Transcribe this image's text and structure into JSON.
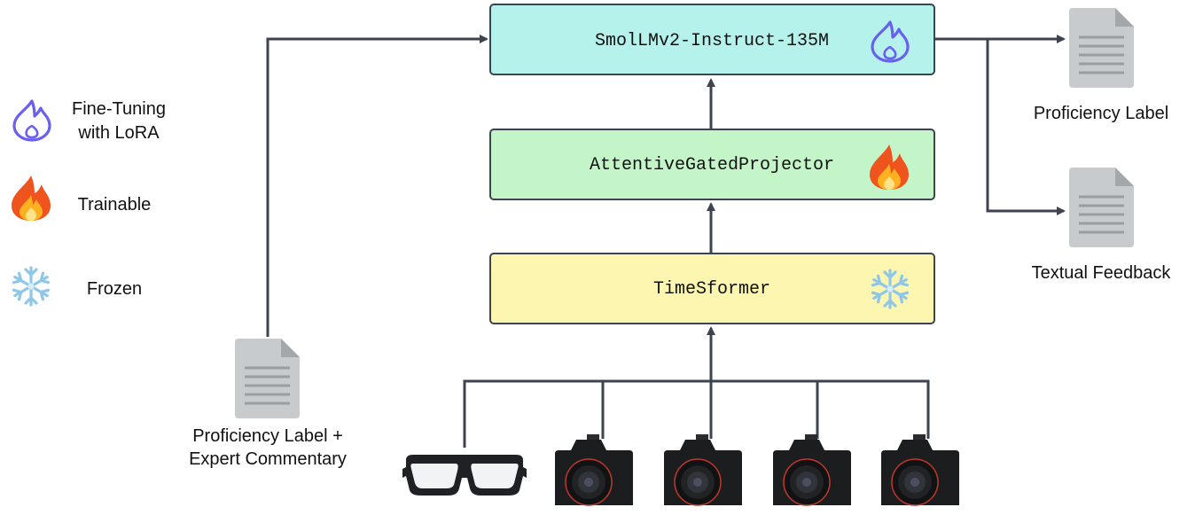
{
  "legend": {
    "items": [
      {
        "icon": "blue-flame-icon",
        "lines": [
          "Fine-Tuning",
          "with LoRA"
        ]
      },
      {
        "icon": "fire-icon",
        "lines": [
          "Trainable"
        ]
      },
      {
        "icon": "snowflake-icon",
        "lines": [
          "Frozen"
        ]
      }
    ]
  },
  "blocks": {
    "llm": {
      "label": "SmolLMv2-Instruct-135M",
      "icon": "blue-flame-icon",
      "color": "#b5f2ec"
    },
    "projector": {
      "label": "AttentiveGatedProjector",
      "icon": "fire-icon",
      "color": "#c3f5c8"
    },
    "encoder": {
      "label": "TimeSformer",
      "icon": "snowflake-icon",
      "color": "#fdf6b0"
    }
  },
  "text_input": {
    "icon": "document-icon",
    "lines": [
      "Proficiency Label +",
      "Expert Commentary"
    ]
  },
  "outputs": [
    {
      "icon": "document-icon",
      "label": "Proficiency Label"
    },
    {
      "icon": "document-icon",
      "label": "Textual Feedback"
    }
  ],
  "video_inputs": [
    {
      "icon": "glasses-icon"
    },
    {
      "icon": "camera-icon"
    },
    {
      "icon": "camera-icon"
    },
    {
      "icon": "camera-icon"
    },
    {
      "icon": "camera-icon"
    }
  ],
  "colors": {
    "arrow": "#3d4450",
    "block_border": "#3d4450",
    "doc_gray": "#c8cbcd",
    "flame_blue": "#6a60f0",
    "fire_orange": "#f0541e",
    "snow_blue": "#8fc7e8"
  }
}
